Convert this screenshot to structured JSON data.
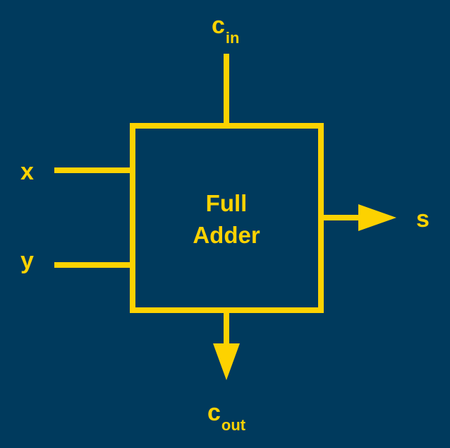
{
  "diagram": {
    "block": {
      "label_line1": "Full",
      "label_line2": "Adder"
    },
    "inputs": {
      "carry_in": {
        "base": "c",
        "sub": "in"
      },
      "x": "x",
      "y": "y"
    },
    "outputs": {
      "sum": "s",
      "carry_out": {
        "base": "c",
        "sub": "out"
      }
    },
    "colors": {
      "background": "#003a5d",
      "foreground": "#fdd200"
    }
  }
}
